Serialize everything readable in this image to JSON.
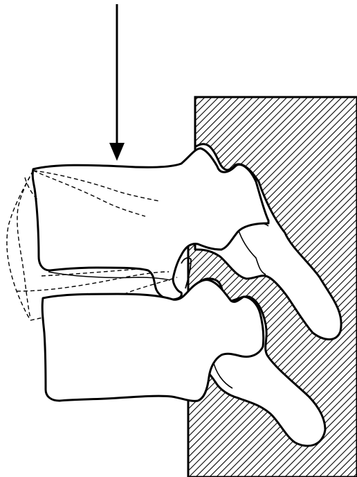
{
  "figure": {
    "colors": {
      "ink": "#000000",
      "paper": "#ffffff"
    },
    "elements": [
      "load-arrow",
      "upper-vertebra",
      "upper-vertebra-displaced-outline",
      "lower-vertebra",
      "posterior-column-block"
    ]
  }
}
